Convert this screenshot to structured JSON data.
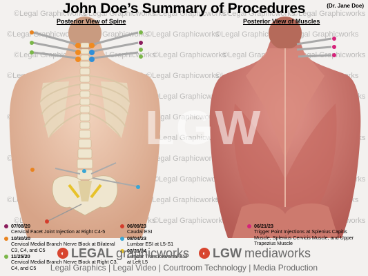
{
  "header": {
    "title": "John Doe’s Summary of Procedures",
    "doctor": "(Dr. Jane Doe)",
    "spine_view": "Posterior View of Spine",
    "muscle_view": "Posterior View of Muscles"
  },
  "watermark": {
    "text": "©Legal Graphicworks",
    "big": "LGW"
  },
  "legend_left": [
    {
      "date": "07/08/20",
      "text": "Cervical Facet Joint Injection at Right C4-5",
      "color": "#8a1c5c"
    },
    {
      "date": "10/30/20",
      "text": "Cervical Medial Branch Nerve Block at Bilateral C3, C4, and C5",
      "color": "#e8831f"
    },
    {
      "date": "11/25/20",
      "text": "Cervical Medial Branch Nerve Block at Right C3, C4, and C5",
      "color": "#7ab648"
    }
  ],
  "legend_mid": [
    {
      "date": "06/09/23",
      "text": "Caudal ESI",
      "color": "#d43c2c"
    },
    {
      "date": "08/04/23",
      "text": "Lumbar ESI at L5-S1",
      "color": "#3aa6d4"
    },
    {
      "date": "02/21/24",
      "text": "Lumbar Transforaminal ESI at Left L5",
      "color": "#e7c22a"
    }
  ],
  "legend_right": [
    {
      "date": "06/21/23",
      "text": "Trigger Point Injections at Splenius Capitis Muscle, Splenius Cervicis Muscle, and Upper Trapezius Muscle",
      "color": "#d6237a"
    }
  ],
  "footer": {
    "logo_legal": "LEGAL",
    "logo_legal_b": "graphicworks",
    "logo_lgw": "LGW",
    "logo_lgw_b": "mediaworks",
    "tagline": "Legal Graphics | Legal Video | Courtroom Technology | Media Production"
  },
  "colors": {
    "skin": "#e9c2a8",
    "muscle": "#c9716a",
    "bone": "#efe6cf"
  }
}
